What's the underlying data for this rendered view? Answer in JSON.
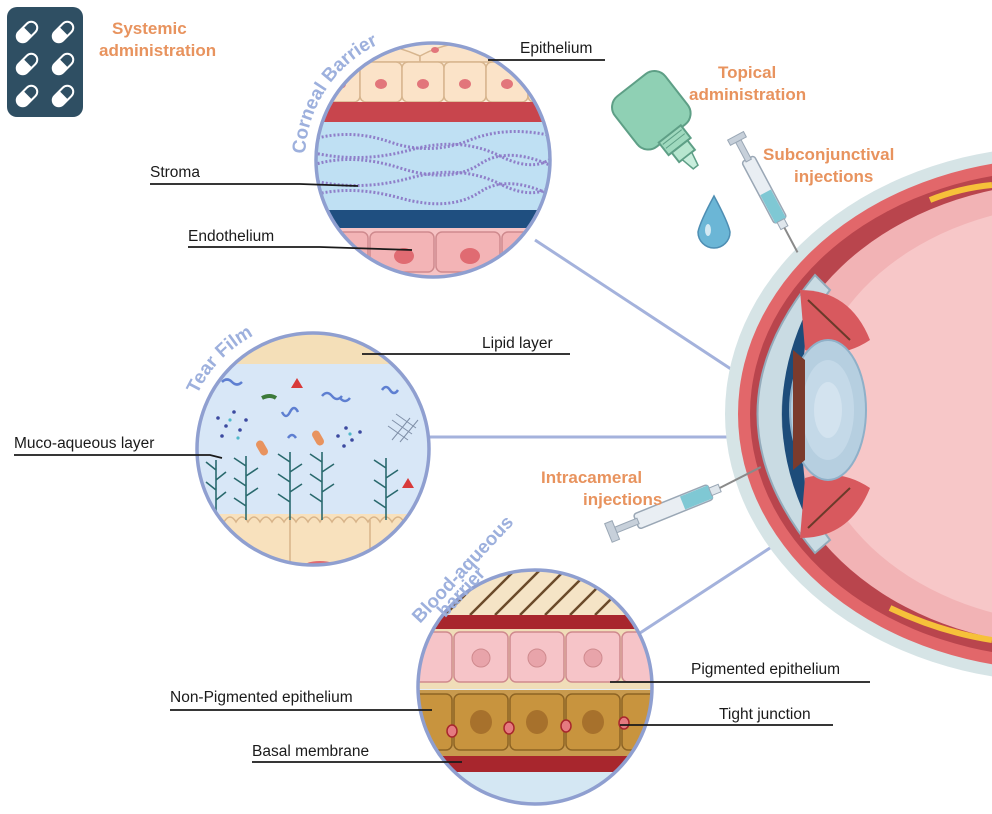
{
  "routes": {
    "systemic": [
      "Systemic",
      "administration"
    ],
    "topical": [
      "Topical",
      "administration"
    ],
    "subconjunctival": [
      "Subconjunctival",
      "injections"
    ],
    "intracameral": [
      "Intracameral",
      "injections"
    ]
  },
  "barriers": {
    "corneal": "Corneal Barrier",
    "tear_film": "Tear Film",
    "blood_aqueous": [
      "Blood-aqueous",
      "barrier"
    ]
  },
  "labels": {
    "epithelium": "Epithelium",
    "stroma": "Stroma",
    "endothelium": "Endothelium",
    "lipid_layer": "Lipid layer",
    "muco_aqueous": "Muco-aqueous layer",
    "pigmented_epithelium": "Pigmented epithelium",
    "non_pigmented_epithelium": "Non-Pigmented epithelium",
    "tight_junction": "Tight junction",
    "basal_membrane": "Basal membrane"
  },
  "colors": {
    "route_text": "#e8935e",
    "barrier_text": "#9db0dd",
    "circle_border": "#8f9fd0",
    "connector": "#a4b2dc",
    "pill_box": "#2f4f63"
  }
}
